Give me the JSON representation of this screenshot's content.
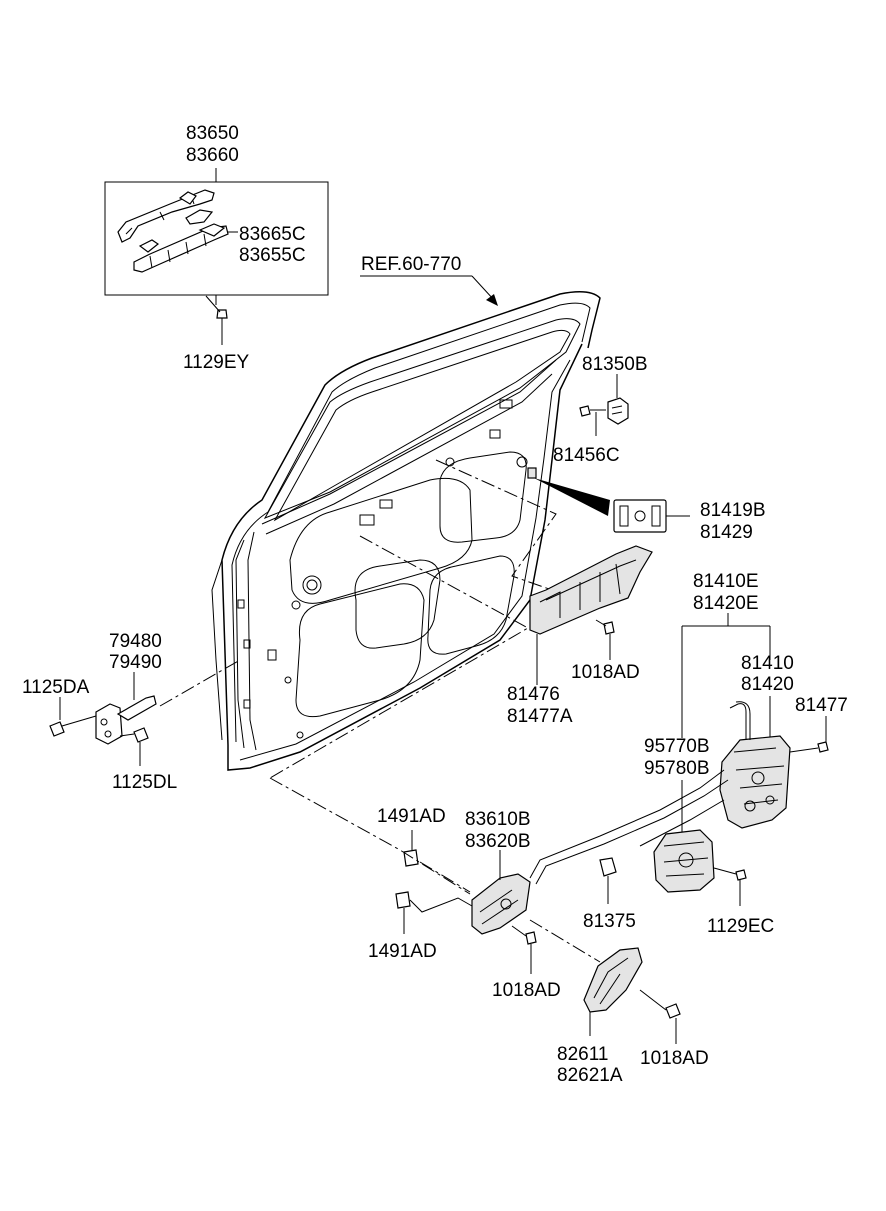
{
  "labels": {
    "ext_handle_1": "83650",
    "ext_handle_2": "83660",
    "cover_1": "83665C",
    "cover_2": "83655C",
    "screw_ey": "1129EY",
    "ref": "REF.60-770",
    "bracket_b": "81350B",
    "screw_c": "81456C",
    "plate_1": "81419B",
    "plate_2": "81429",
    "latch_e1": "81410E",
    "latch_e2": "81420E",
    "checker_1": "79480",
    "checker_2": "79490",
    "bolt_da": "1125DA",
    "bolt_dl": "1125DL",
    "cover_panel_1": "81476",
    "cover_panel_2": "81477A",
    "bolt_ad_top": "1018AD",
    "latch_1": "81410",
    "latch_2": "81420",
    "screw_477": "81477",
    "actuator_1": "95770B",
    "actuator_2": "95780B",
    "clip_upper": "1491AD",
    "inner_handle_1": "83610B",
    "inner_handle_2": "83620B",
    "clip_375": "81375",
    "screw_ec": "1129EC",
    "clip_lower": "1491AD",
    "bolt_ad_mid": "1018AD",
    "bezel_1": "82611",
    "bezel_2": "82621A",
    "bolt_ad_bottom": "1018AD"
  }
}
